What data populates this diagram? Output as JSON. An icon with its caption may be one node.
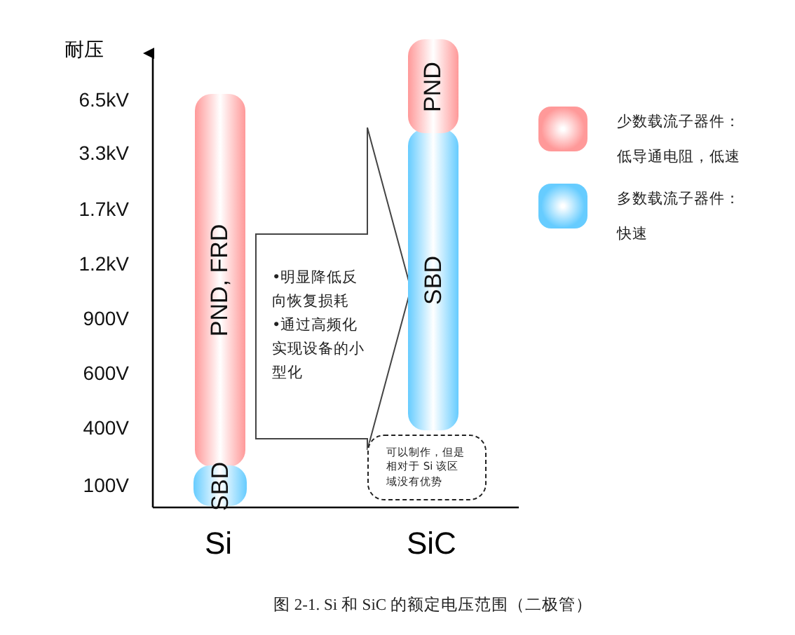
{
  "diagram": {
    "caption": "图 2-1. Si 和 SiC 的额定电压范围（二极管）",
    "nodes": [
      {
        "text": [
          "PND, FRD"
        ]
      },
      {
        "text": [
          "SBD"
        ]
      },
      {
        "text": [
          "PND"
        ]
      },
      {
        "text": [
          "SBD"
        ]
      },
      {
        "text": [
          "•明显降低反向恢复损耗",
          "•通过高频化实现设备的小型化"
        ]
      },
      {
        "text": [
          "可以制作，但是相对于 Si 该区域没有优势"
        ]
      }
    ],
    "edges": [],
    "labels": [
      "耐压",
      "6.5kV",
      "3.3kV",
      "1.7kV",
      "1.2kV",
      "900V",
      "600V",
      "400V",
      "100V",
      "Si",
      "SiC"
    ],
    "legend": [
      {
        "text": "少数载流子器件：低导通电阻，低速",
        "color": "#ff9999"
      },
      {
        "text": "多数载流子器件：快速",
        "color": "#66ccff"
      }
    ]
  }
}
